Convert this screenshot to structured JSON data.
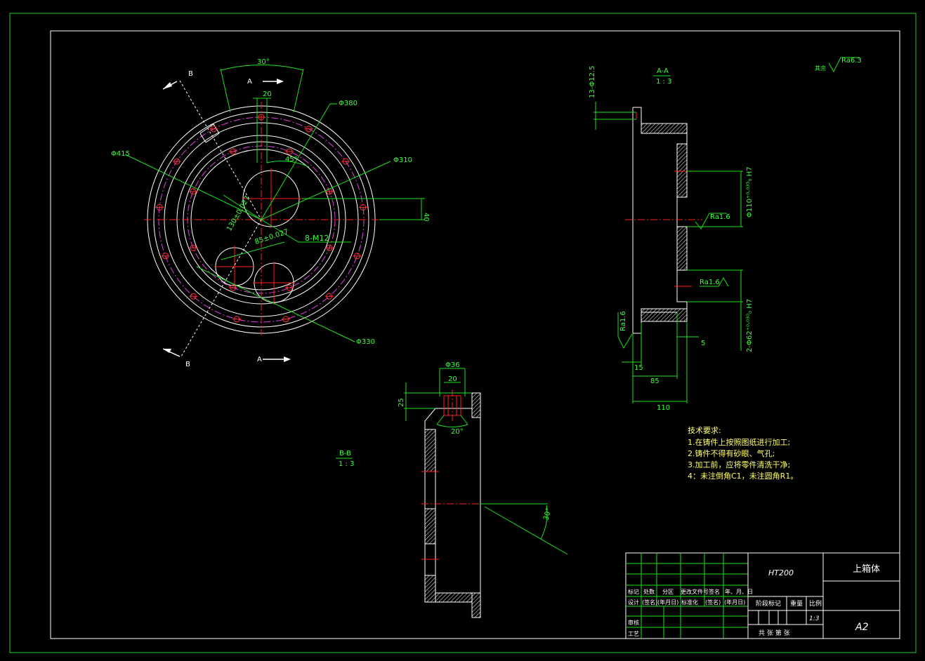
{
  "dims": {
    "d415": "Φ415",
    "d380": "Φ380",
    "d310": "Φ310",
    "d330": "Φ330",
    "angle30": "30°",
    "w20": "20",
    "angle45": "45°",
    "h40": "40",
    "thread": "8-M12",
    "d130": "130±0.027",
    "d85": "85±0.027",
    "d36": "Φ36",
    "w20b": "20",
    "h25": "25",
    "angle20": "20°",
    "angle30b": "30°",
    "holes13": "13-Φ12.5",
    "bore110": "Φ110⁺⁰·⁰³⁵₀ H7",
    "ra16a": "Ra1.6",
    "ra16b": "Ra1.6",
    "ra16c": "Ra1.6",
    "bore62": "2-Φ62⁺⁰·⁰³⁰₀ H7",
    "l5": "5",
    "l15": "15",
    "l85": "85",
    "l110": "110"
  },
  "labels": {
    "B_top": "B",
    "B_bottom": "B",
    "A_top": "A",
    "A_bottom": "A",
    "sectionAA": "A-A",
    "scaleAA": "1 : 3",
    "sectionBB": "B-B",
    "scaleBB": "1 : 3",
    "roughRest": "其余",
    "roughVal": "Ra6.3"
  },
  "tech": {
    "title": "技术要求:",
    "items": [
      "1.在铸件上按照图纸进行加工;",
      "2.铸件不得有砂眼、气孔;",
      "3.加工前，应将零件清洗干净;",
      "4：未注倒角C1，未注圆角R1。"
    ]
  },
  "titleblock": {
    "material": "HT200",
    "part_name": "上箱体",
    "sheet": "A2",
    "scale": "1:3",
    "h_biaoji": "标记",
    "h_chushu": "处数",
    "h_fenqu": "分区",
    "h_gengai": "更改文件号",
    "h_qianming": "签名",
    "h_nianyue": "年、月、日",
    "r_sheji": "设计",
    "r_qianming1": "(签名)",
    "r_nianyueri1": "(年月日)",
    "r_biaozhunhua": "标准化",
    "r_qianming2": "(签名)",
    "r_nianyueri2": "(年月日)",
    "h_jieduan": "阶段标记",
    "h_zhongliang": "重量",
    "h_bili": "比例",
    "r_shenhe": "审核",
    "r_gongyi": "工艺",
    "r_sheets": "共  张 第  张"
  }
}
